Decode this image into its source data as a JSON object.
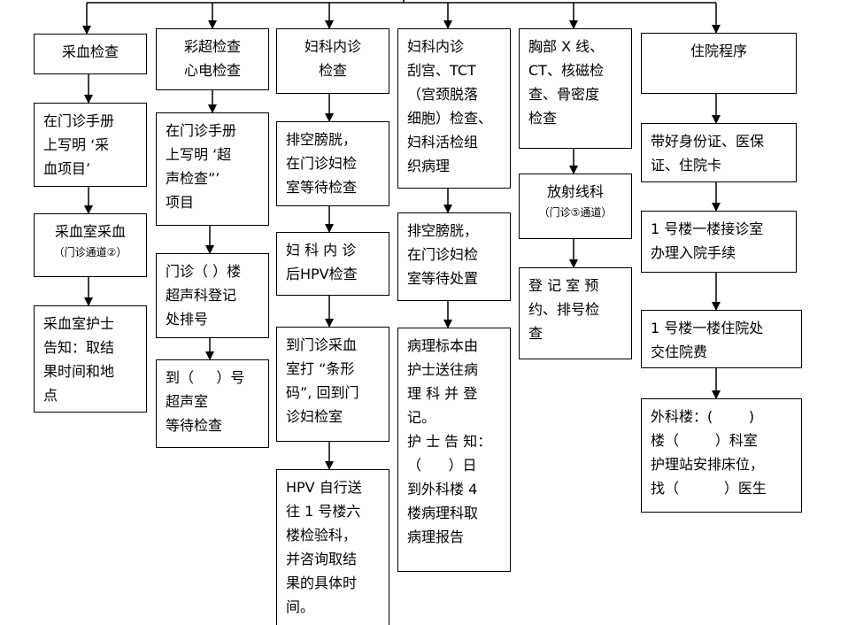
{
  "colors": {
    "stroke": "#000000",
    "background": "#ffffff"
  },
  "columns": [
    {
      "id": "blood",
      "steps": [
        {
          "lines": [
            "采血检查"
          ]
        },
        {
          "lines": [
            "在门诊手册",
            "上写明 ‘采",
            "血项目’"
          ]
        },
        {
          "lines": [
            "采血室采血"
          ],
          "sub": "（门诊通道②）"
        },
        {
          "lines": [
            "采血室护士",
            "告知：取结",
            "果时间和地",
            "点"
          ]
        }
      ]
    },
    {
      "id": "ultrasound",
      "steps": [
        {
          "lines": [
            "彩超检查",
            "心电检查"
          ]
        },
        {
          "lines": [
            "在门诊手册",
            "上写明 ‘超",
            "声检查”’",
            "项目"
          ]
        },
        {
          "lines": [
            "门诊（ ）楼",
            "超声科登记",
            "处排号"
          ]
        },
        {
          "lines": [
            "到（     ）号",
            "超声室",
            "等待检查"
          ]
        }
      ]
    },
    {
      "id": "gyn1",
      "steps": [
        {
          "lines": [
            "妇科内诊",
            "检查"
          ]
        },
        {
          "lines": [
            "排空膀胱，",
            "在门诊妇检",
            "室等待检查"
          ]
        },
        {
          "lines": [
            "妇 科 内 诊",
            "后HPV检查"
          ]
        },
        {
          "lines": [
            "到门诊采血",
            "室打 “条形",
            "码”, 回到门",
            "诊妇检室"
          ]
        },
        {
          "lines": [
            "HPV 自行送",
            "往 1 号楼六",
            "楼检验科，",
            "并咨询取结",
            "果的具体时",
            "间。"
          ]
        }
      ]
    },
    {
      "id": "gyn2",
      "steps": [
        {
          "lines": [
            "妇科内诊",
            "刮宫、TCT",
            "（宫颈脱落",
            "细胞）检查、",
            "妇科活检组",
            "织病理"
          ]
        },
        {
          "lines": [
            "排空膀胱，",
            "在门诊妇检",
            "室等待处置"
          ]
        },
        {
          "lines": [
            "病理标本由",
            "护士送往病",
            "理 科 并 登",
            "记。",
            "护 士 告 知：",
            "（      ）日",
            "到外科楼 4",
            "楼病理科取",
            "病理报告"
          ]
        }
      ]
    },
    {
      "id": "radiology",
      "steps": [
        {
          "lines": [
            "胸部 X 线、",
            "CT、核磁检",
            "查、骨密度",
            "检查"
          ]
        },
        {
          "lines": [
            "放射线科"
          ],
          "sub": "（门诊⑤通道）"
        },
        {
          "lines": [
            "登 记 室 预",
            "约、排号检",
            "查"
          ]
        }
      ]
    },
    {
      "id": "inpatient",
      "steps": [
        {
          "lines": [
            "住院程序"
          ]
        },
        {
          "lines": [
            "带好身份证、医保",
            "证、住院卡"
          ]
        },
        {
          "lines": [
            "1 号楼一楼接诊室",
            "办理入院手续"
          ]
        },
        {
          "lines": [
            "1 号楼一楼住院处",
            "交住院费"
          ]
        },
        {
          "lines": [
            "外科楼：(        )",
            "楼（        ）科室",
            "护理站安排床位，",
            "找（          ）医生"
          ]
        }
      ]
    }
  ]
}
